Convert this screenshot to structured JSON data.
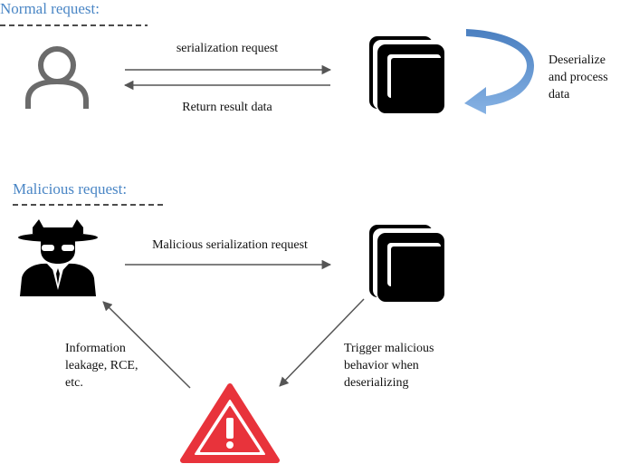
{
  "normal": {
    "heading": "Normal request:",
    "request_label": "serialization request",
    "response_label": "Return result data",
    "process_label": [
      "Deserialize",
      "and process",
      "data"
    ]
  },
  "malicious": {
    "heading": "Malicious request:",
    "request_label": "Malicious serialization request",
    "trigger_label": [
      "Trigger malicious",
      "behavior when",
      "deserializing"
    ],
    "leak_label": [
      "Information",
      "leakage, RCE,",
      "etc."
    ]
  },
  "colors": {
    "heading": "#4a86c5",
    "text": "#111111",
    "arrow": "#555555",
    "user_icon": "#6b6b6b",
    "server_icon": "#000000",
    "cycle_arrow": "#6d9bd1",
    "warning": "#e8333b"
  },
  "icons": {
    "user": "user-icon",
    "server": "server-icon",
    "hacker": "hacker-icon",
    "cycle": "process-cycle-arrow-icon",
    "warning": "warning-icon"
  }
}
